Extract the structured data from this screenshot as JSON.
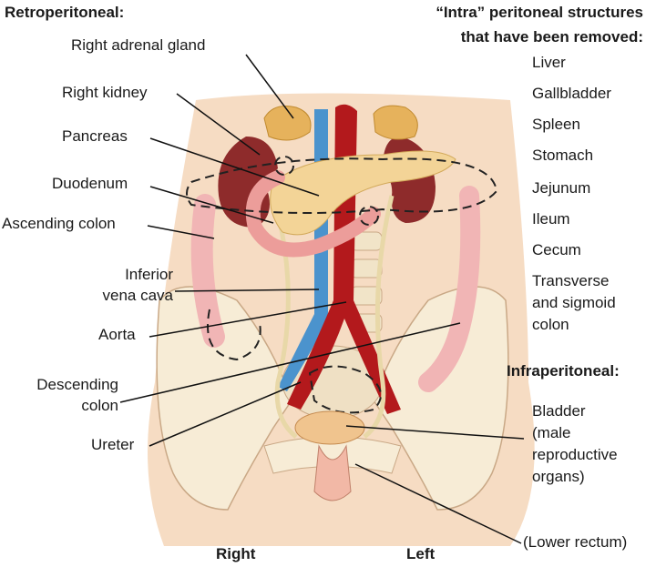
{
  "left_column": {
    "heading": "Retroperitoneal:",
    "labels": {
      "adrenal": "Right adrenal gland",
      "kidney": "Right kidney",
      "pancreas": "Pancreas",
      "duodenum": "Duodenum",
      "ascending_colon": "Ascending colon",
      "ivc_1": "Inferior",
      "ivc_2": "vena cava",
      "aorta": "Aorta",
      "descending_1": "Descending",
      "descending_2": "colon",
      "ureter": "Ureter"
    }
  },
  "right_column": {
    "heading_1": "“Intra” peritoneal structures",
    "heading_2": "that have been removed:",
    "items": [
      "Liver",
      "Gallbladder",
      "Spleen",
      "Stomach",
      "Jejunum",
      "Ileum",
      "Cecum",
      "Transverse",
      "and sigmoid",
      "colon"
    ],
    "infra_heading": "Infraperitoneal:",
    "infra_items": [
      "Bladder",
      "(male",
      "reproductive",
      "organs)"
    ],
    "lower_rectum": "(Lower rectum)"
  },
  "orientation": {
    "right": "Right",
    "left": "Left"
  }
}
